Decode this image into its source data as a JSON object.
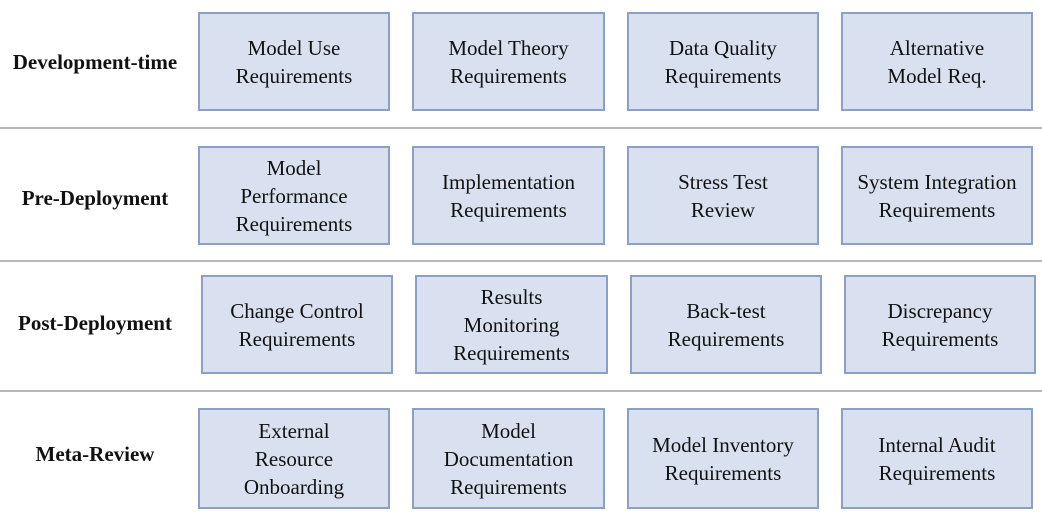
{
  "rows": [
    {
      "label": "Development-time",
      "boxes": [
        "Model Use\nRequirements",
        "Model Theory\nRequirements",
        "Data Quality\nRequirements",
        "Alternative\nModel Req."
      ]
    },
    {
      "label": "Pre-Deployment",
      "boxes": [
        "Model\nPerformance\nRequirements",
        "Implementation\nRequirements",
        "Stress Test\nReview",
        "System Integration\nRequirements"
      ]
    },
    {
      "label": "Post-Deployment",
      "boxes": [
        "Change Control\nRequirements",
        "Results\nMonitoring\nRequirements",
        "Back-test\nRequirements",
        "Discrepancy\nRequirements"
      ]
    },
    {
      "label": "Meta-Review",
      "boxes": [
        "External\nResource\nOnboarding",
        "Model\nDocumentation\nRequirements",
        "Model Inventory\nRequirements",
        "Internal Audit\nRequirements"
      ]
    }
  ],
  "colors": {
    "box_fill": "#d9e1f0",
    "box_border": "#8ca0c3",
    "divider": "#b8b8b8"
  }
}
